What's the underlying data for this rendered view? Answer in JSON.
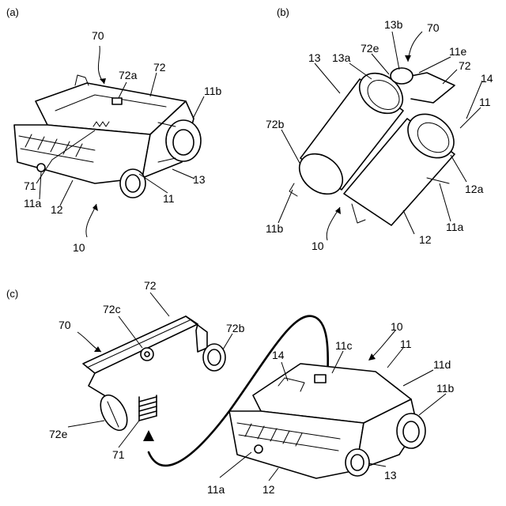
{
  "panels": [
    {
      "label": "(a)"
    },
    {
      "label": "(b)"
    },
    {
      "label": "(c)"
    }
  ],
  "refs": {
    "a": [
      "70",
      "72a",
      "72",
      "11b",
      "71",
      "11a",
      "12",
      "13",
      "11",
      "10"
    ],
    "b": [
      "13b",
      "70",
      "13",
      "13a",
      "72e",
      "11e",
      "72",
      "14",
      "11",
      "72b",
      "12a",
      "11b",
      "10",
      "12",
      "11a"
    ],
    "c": [
      "72",
      "70",
      "72c",
      "72b",
      "10",
      "11",
      "14",
      "11c",
      "11d",
      "11b",
      "72e",
      "71",
      "11a",
      "12",
      "13"
    ]
  }
}
